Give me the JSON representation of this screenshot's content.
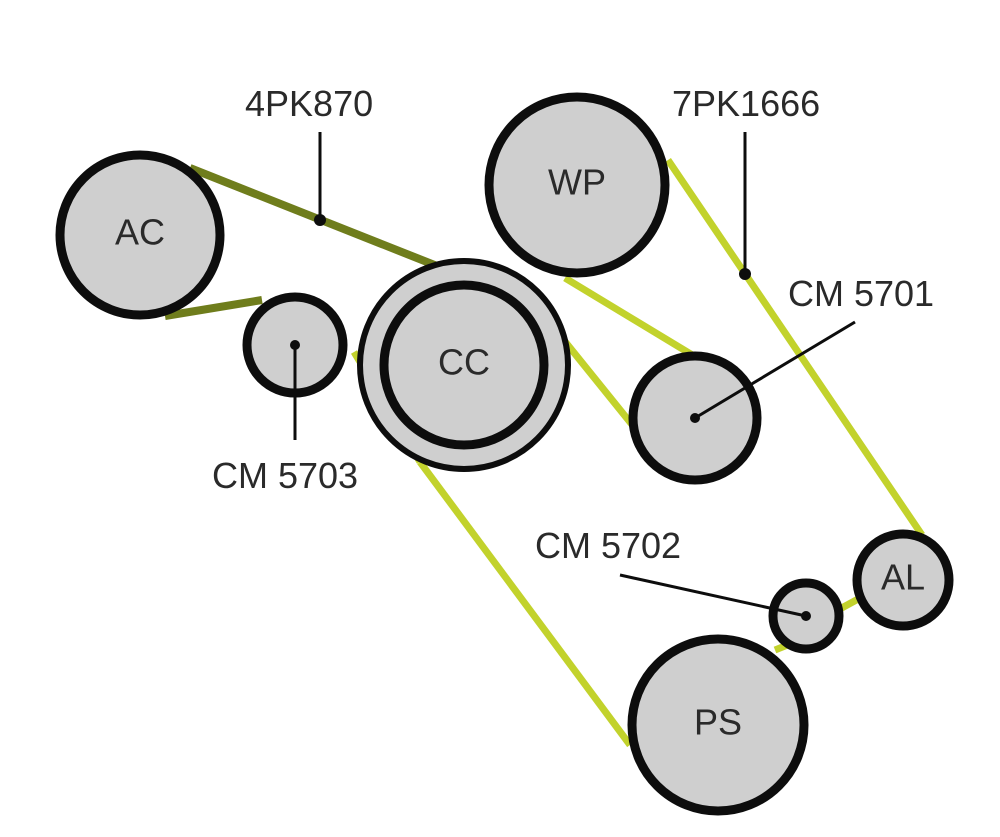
{
  "colors": {
    "belt_4pk": "#6f7d1c",
    "belt_7pk": "#c2d22c",
    "pulley_fill": "#cfcfcf",
    "outline": "#0d0d0d"
  },
  "belts": {
    "belt_4pk": "4PK870",
    "belt_7pk": "7PK1666"
  },
  "pulleys": {
    "ac": "AC",
    "wp": "WP",
    "cc": "CC",
    "al": "AL",
    "ps": "PS"
  },
  "tensioners": {
    "cm5701": "CM 5701",
    "cm5702": "CM 5702",
    "cm5703": "CM 5703"
  }
}
